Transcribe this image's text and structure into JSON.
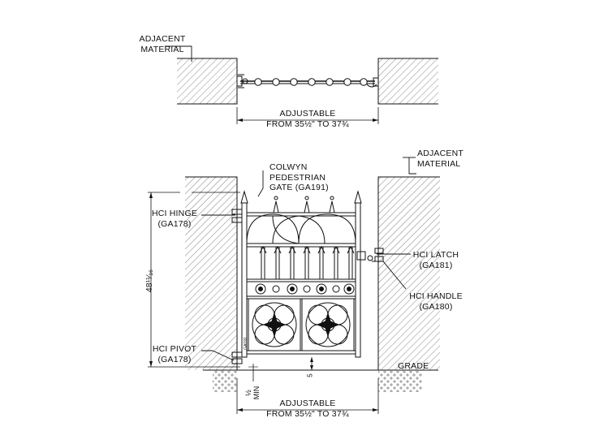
{
  "labels": {
    "adjacent_top": "ADJACENT\nMATERIAL",
    "adjacent_right": "ADJACENT\nMATERIAL",
    "adjustable_top": "ADJUSTABLE\nFROM 35½\" TO 37¾",
    "adjustable_bottom": "ADJUSTABLE\nFROM 35½\" TO 37¾",
    "gate_name": "COLWYN\nPEDESTRIAN\nGATE (GA191)",
    "hinge": "HCI HINGE\n(GA178)",
    "pivot": "HCI PIVOT\n(GA178)",
    "latch": "HCI LATCH\n(GA181)",
    "handle": "HCI HANDLE\n(GA180)",
    "grade": "GRADE",
    "height_dim": "48¹¹⁄₁₆",
    "min_dim": "½\nMIN",
    "gap_dim": "5",
    "gate_stamp": "GA191"
  },
  "colors": {
    "line": "#111111",
    "hatch": "#555555"
  }
}
